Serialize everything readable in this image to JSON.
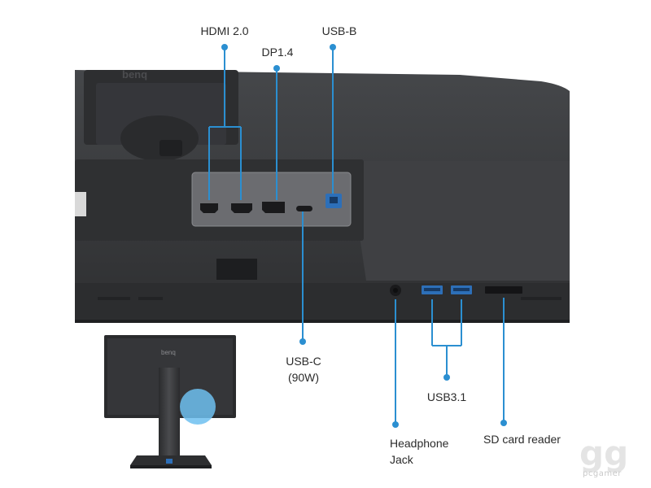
{
  "labels": {
    "hdmi": "HDMI 2.0",
    "dp": "DP1.4",
    "usbb": "USB-B",
    "usbc": "USB-C\n(90W)",
    "headphone": "Headphone\nJack",
    "usb31": "USB3.1",
    "sd": "SD card reader"
  },
  "logo_text": "benq",
  "small_logo_text": "benq",
  "watermark": {
    "mark": "gg",
    "text": "pcgamer"
  },
  "colors": {
    "callout": "#2b8fd1",
    "monitor_body": "#3a3b3d",
    "monitor_dark": "#262729",
    "panel_highlight": "#6dbff0"
  },
  "icons": [
    "hdmi-port-icon",
    "displayport-icon",
    "usb-c-port-icon",
    "usb-b-port-icon",
    "audio-jack-icon",
    "usb-a-port-icon",
    "sd-slot-icon"
  ]
}
